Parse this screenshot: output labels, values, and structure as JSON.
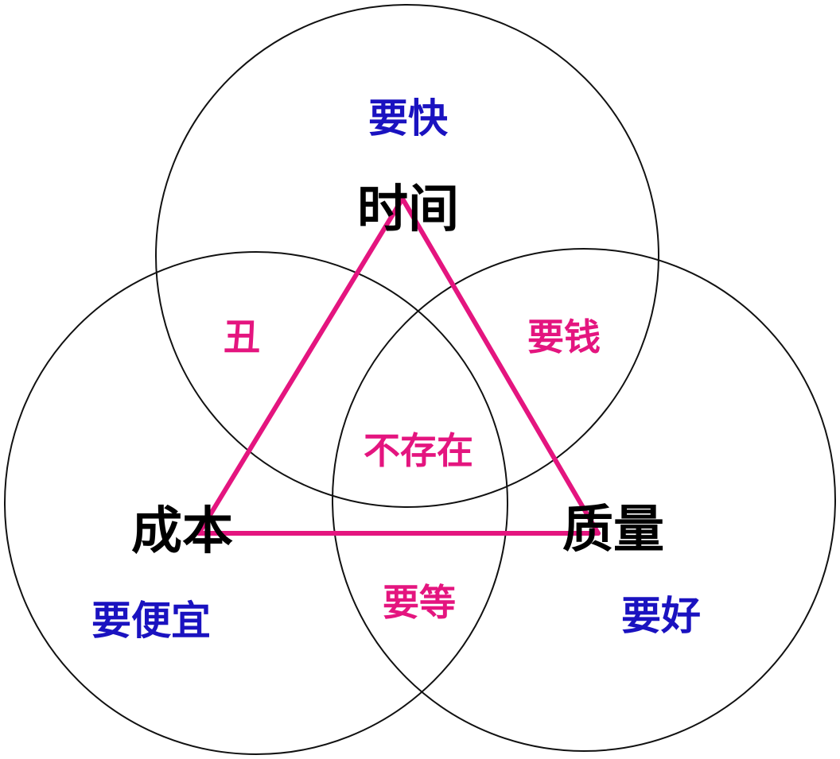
{
  "colors": {
    "circle_stroke": "#111111",
    "triangle": "#e4157f",
    "vertex_text": "#000000",
    "want_text": "#1a12c0",
    "tradeoff_text": "#e4157f"
  },
  "vertices": {
    "time": "时间",
    "cost": "成本",
    "quality": "质量"
  },
  "wants": {
    "time": "要快",
    "cost": "要便宜",
    "quality": "要好"
  },
  "tradeoffs": {
    "time_cost": "丑",
    "time_quality": "要钱",
    "cost_quality": "要等",
    "center": "不存在"
  }
}
